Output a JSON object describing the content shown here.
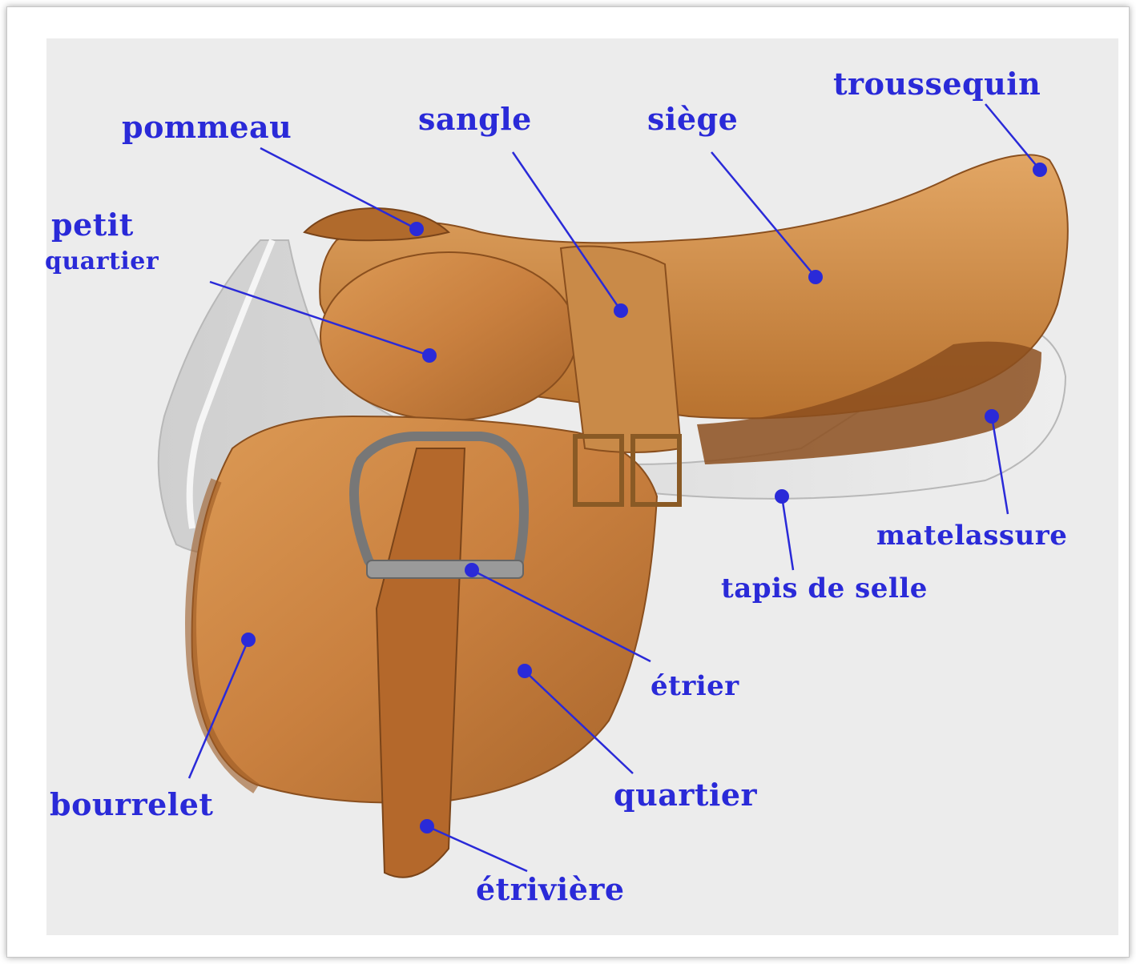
{
  "diagram": {
    "labels": {
      "pommeau": "pommeau",
      "sangle": "sangle",
      "siege": "siège",
      "troussequin": "troussequin",
      "petit_line1": "petit",
      "petit_line2": "quartier",
      "matelassure": "matelassure",
      "tapis": "tapis de selle",
      "etrier": "étrier",
      "quartier": "quartier",
      "bourrelet": "bourrelet",
      "etriviere": "étrivière"
    },
    "colors": {
      "label": "#2a2ad8",
      "leather": "#c9803f",
      "leather_dark": "#9b5a24",
      "fleece": "#dcdcdc",
      "background": "#ececec"
    }
  }
}
